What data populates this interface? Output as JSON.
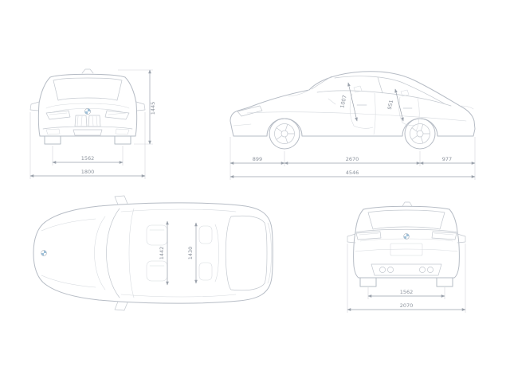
{
  "diagram": {
    "subject": "car-dimension-blueprint"
  },
  "colors": {
    "body_line": "#b6bcc5",
    "detail_line": "#c3c8cf",
    "dim_line": "#9aa1ab",
    "dim_text": "#8b929c",
    "roundel_blue": "#9fc0d8"
  },
  "front_view": {
    "track_width": "1562",
    "overall_width": "1800",
    "overall_height": "1445"
  },
  "side_view": {
    "front_overhang": "899",
    "wheelbase": "2670",
    "rear_overhang": "977",
    "overall_length": "4546",
    "front_headroom": "1007",
    "rear_headroom": "951"
  },
  "top_view": {
    "front_interior_width": "1442",
    "rear_interior_width": "1430"
  },
  "rear_view": {
    "track_width": "1562",
    "overall_width_mirrors": "2070"
  }
}
